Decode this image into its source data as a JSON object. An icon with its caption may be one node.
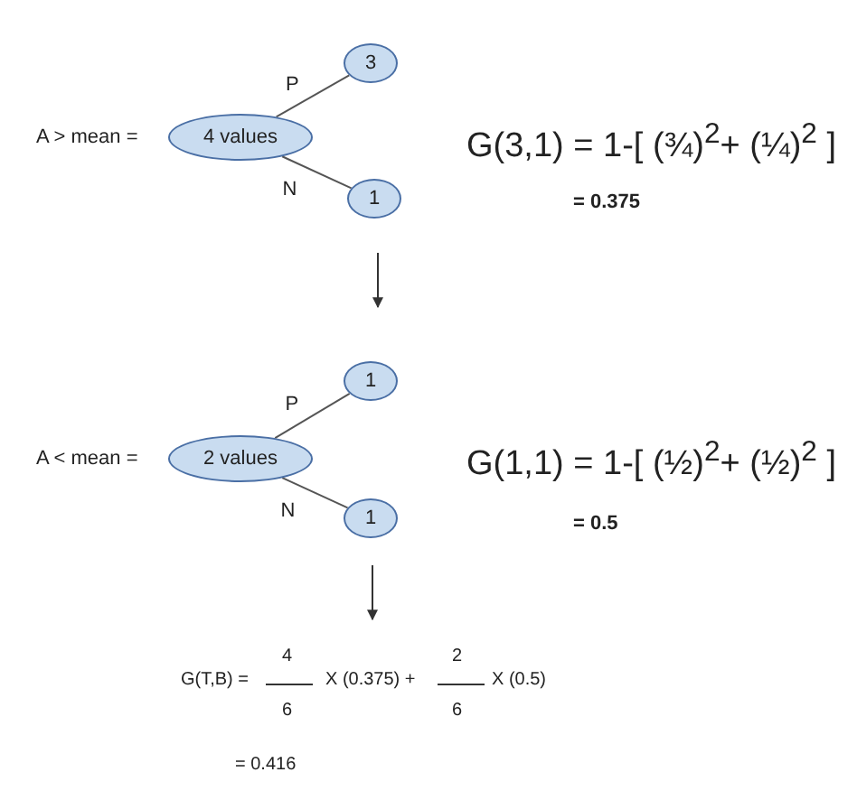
{
  "diagram": {
    "nodes": [
      {
        "text": [
          "4 values"
        ],
        "beside": [
          "A > mean ="
        ]
      },
      {
        "text": [
          "3"
        ]
      },
      {
        "text": [
          "1"
        ]
      },
      {
        "text": [
          "2 values"
        ],
        "beside": [
          "A < mean ="
        ]
      },
      {
        "text": [
          "1"
        ]
      },
      {
        "text": [
          "1"
        ]
      }
    ],
    "edges": [
      {
        "from": 0,
        "to": 1,
        "arrow": "none",
        "label": "P"
      },
      {
        "from": 0,
        "to": 2,
        "arrow": "none",
        "label": "N"
      },
      {
        "from": 3,
        "to": 4,
        "arrow": "none",
        "label": "P"
      },
      {
        "from": 3,
        "to": 5,
        "arrow": "none",
        "label": "N"
      }
    ],
    "labels": [
      "G(3,1) = 1-[ (¾)$^{2}$+ (¼)$^{2}$ ]",
      "= 0.375",
      "G(1,1) = 1-[ (½)$^{2}$+ (½)$^{2}$ ]",
      "= 0.5",
      "G(T,B) =",
      "4",
      "6",
      "X (0.375) +",
      "2",
      "6",
      "X (0.5)",
      "= 0.416"
    ]
  }
}
